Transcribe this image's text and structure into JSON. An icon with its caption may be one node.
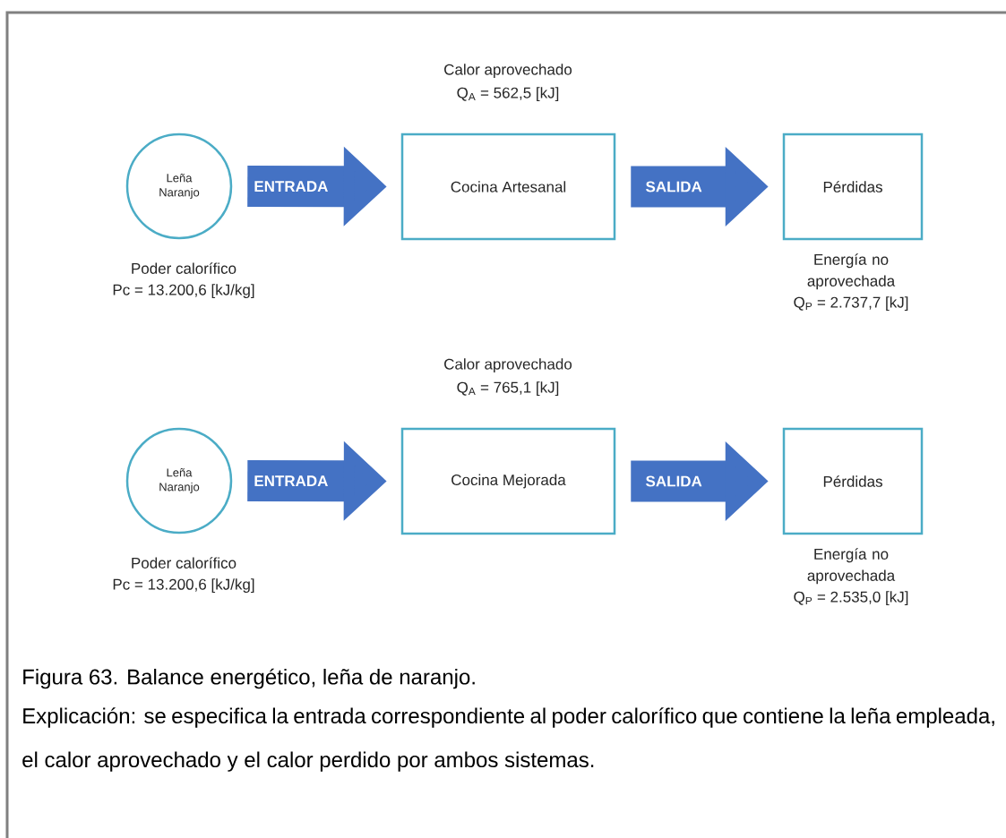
{
  "diagram": {
    "caption": "Figura 63. Balance energético, leña de naranjo.",
    "nodes": [
      {
        "text": [
          "Leña Naranjo"
        ],
        "beside": [
          "Poder calorífico",
          "Pc = 13.200,6 [kJ/kg]"
        ]
      },
      {
        "text": [
          "Cocina Artesanal"
        ],
        "beside": [
          "Calor aprovechado",
          "Q$_{A}$ = 562,5 [kJ]"
        ]
      },
      {
        "text": [
          "Pérdidas"
        ],
        "beside": [
          "Energía no aprovechada",
          "Q$_{P}$ = 2.737,7 [kJ]"
        ]
      },
      {
        "text": [
          "Leña Naranjo"
        ],
        "beside": [
          "Poder calorífico",
          "Pc = 13.200,6 [kJ/kg]"
        ]
      },
      {
        "text": [
          "Cocina Mejorada"
        ],
        "beside": [
          "Calor aprovechado",
          "Q$_{A}$ = 765,1 [kJ]"
        ]
      },
      {
        "text": [
          "Pérdidas"
        ],
        "beside": [
          "Energía no aprovechada",
          "Q$_{P}$ = 2.535,0 [kJ]"
        ]
      }
    ],
    "edges": [
      {
        "from": 0,
        "to": 1,
        "arrow": "to",
        "label": "ENTRADA"
      },
      {
        "from": 1,
        "to": 2,
        "arrow": "to",
        "label": "SALIDA"
      },
      {
        "from": 3,
        "to": 4,
        "arrow": "to",
        "label": "ENTRADA"
      },
      {
        "from": 4,
        "to": 5,
        "arrow": "to",
        "label": "SALIDA"
      }
    ],
    "labels": [
      "Explicación: se especifica la entrada correspondiente al poder calorífico que contiene la leña empleada, el calor aprovechado y el calor perdido por ambos sistemas."
    ]
  }
}
